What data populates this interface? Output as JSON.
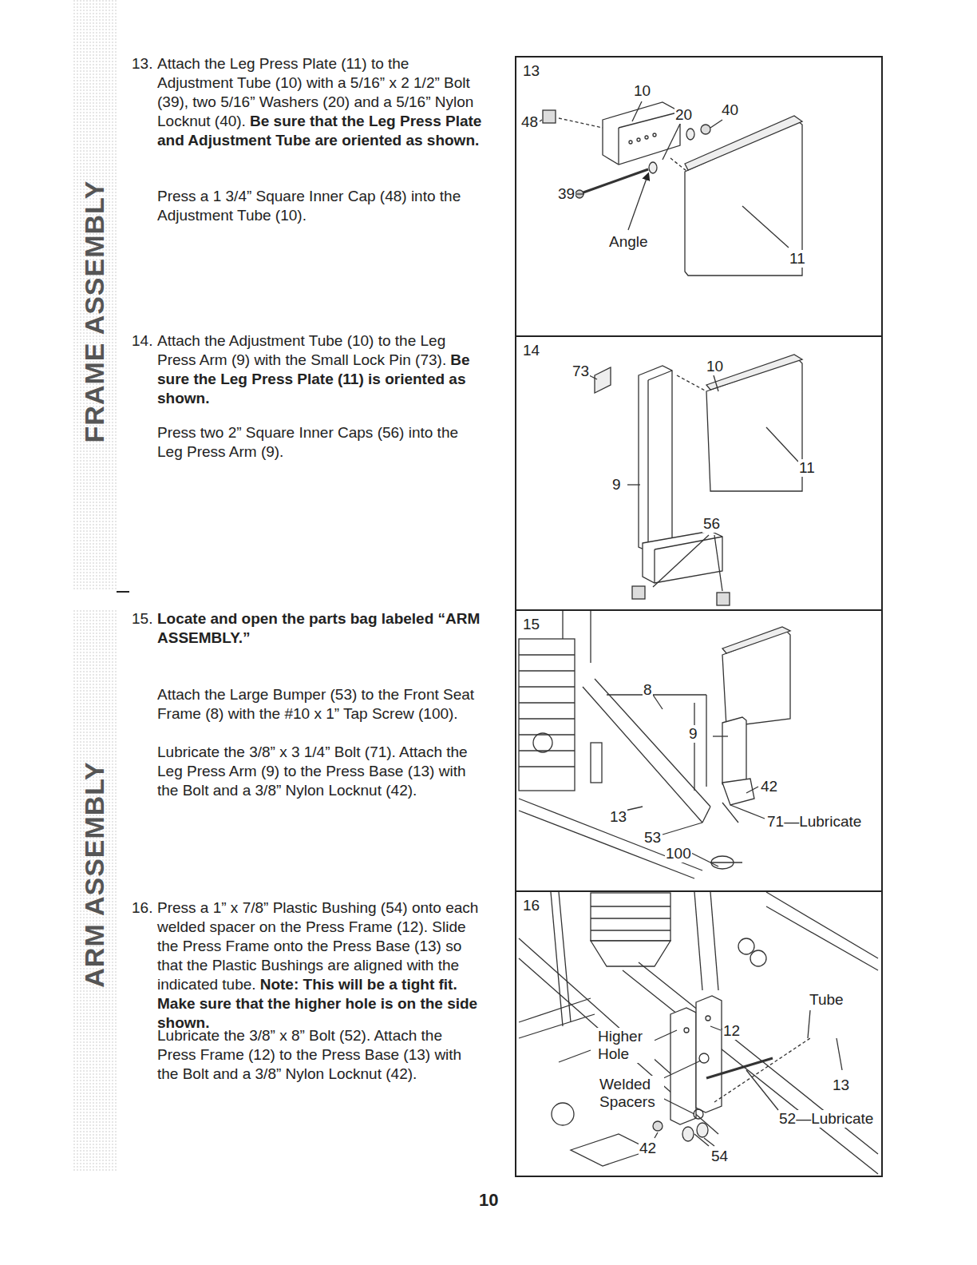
{
  "diagram": {
    "nodes": [
      {
        "text": [
          "13"
        ]
      },
      {
        "text": [
          "14"
        ]
      },
      {
        "text": [
          "15"
        ]
      },
      {
        "text": [
          "16"
        ]
      }
    ],
    "labels": [
      "FRAME ASSEMBLY",
      "ARM ASSEMBLY",
      "13.",
      "Attach the Leg Press Plate (11) to the Adjustment Tube (10) with a 5/16” x 2 1/2” Bolt (39), two 5/16” Washers (20) and a 5/16” Nylon Locknut (40).",
      "Be sure that the Leg Press Plate and Adjustment Tube are oriented as shown.",
      "Press a 1 3/4” Square Inner Cap (48) into the Adjustment Tube (10).",
      "14.",
      "Attach the Adjustment Tube (10) to the Leg Press Arm (9) with the Small Lock Pin (73).",
      "Be sure the Leg Press Plate (11) is oriented as shown.",
      "Press two 2” Square Inner Caps (56) into the Leg Press Arm (9).",
      "15.",
      "Locate and open the parts bag labeled “ARM ASSEMBLY.”",
      "Attach the Large Bumper (53) to the Front Seat Frame (8) with the #10 x 1” Tap Screw (100).",
      "Lubricate the 3/8” x 3 1/4” Bolt (71). Attach the Leg Press Arm (9) to the Press Base (13) with the Bolt and a 3/8” Nylon Locknut (42).",
      "16.",
      "Press a 1” x 7/8” Plastic Bushing (54) onto each welded spacer on the Press Frame (12). Slide the Press Frame onto the Press Base (13) so that the Plastic Bushings are aligned with the indicated tube.",
      "Note: This will be a tight fit. Make sure that the higher hole is on the side shown.",
      "Lubricate the 3/8” x 8” Bolt (52). Attach the Press Frame (12) to the Press Base (13) with the Bolt and a 3/8” Nylon Locknut (42).",
      "10",
      "20",
      "40",
      "48",
      "39",
      "Angle",
      "11",
      "73",
      "10",
      "11",
      "9",
      "56",
      "8",
      "9",
      "42",
      "71—Lubricate",
      "13",
      "53",
      "100",
      "Tube",
      "Higher Hole",
      "12",
      "Welded Spacers",
      "13",
      "52—Lubricate",
      "42",
      "54",
      "10"
    ]
  }
}
